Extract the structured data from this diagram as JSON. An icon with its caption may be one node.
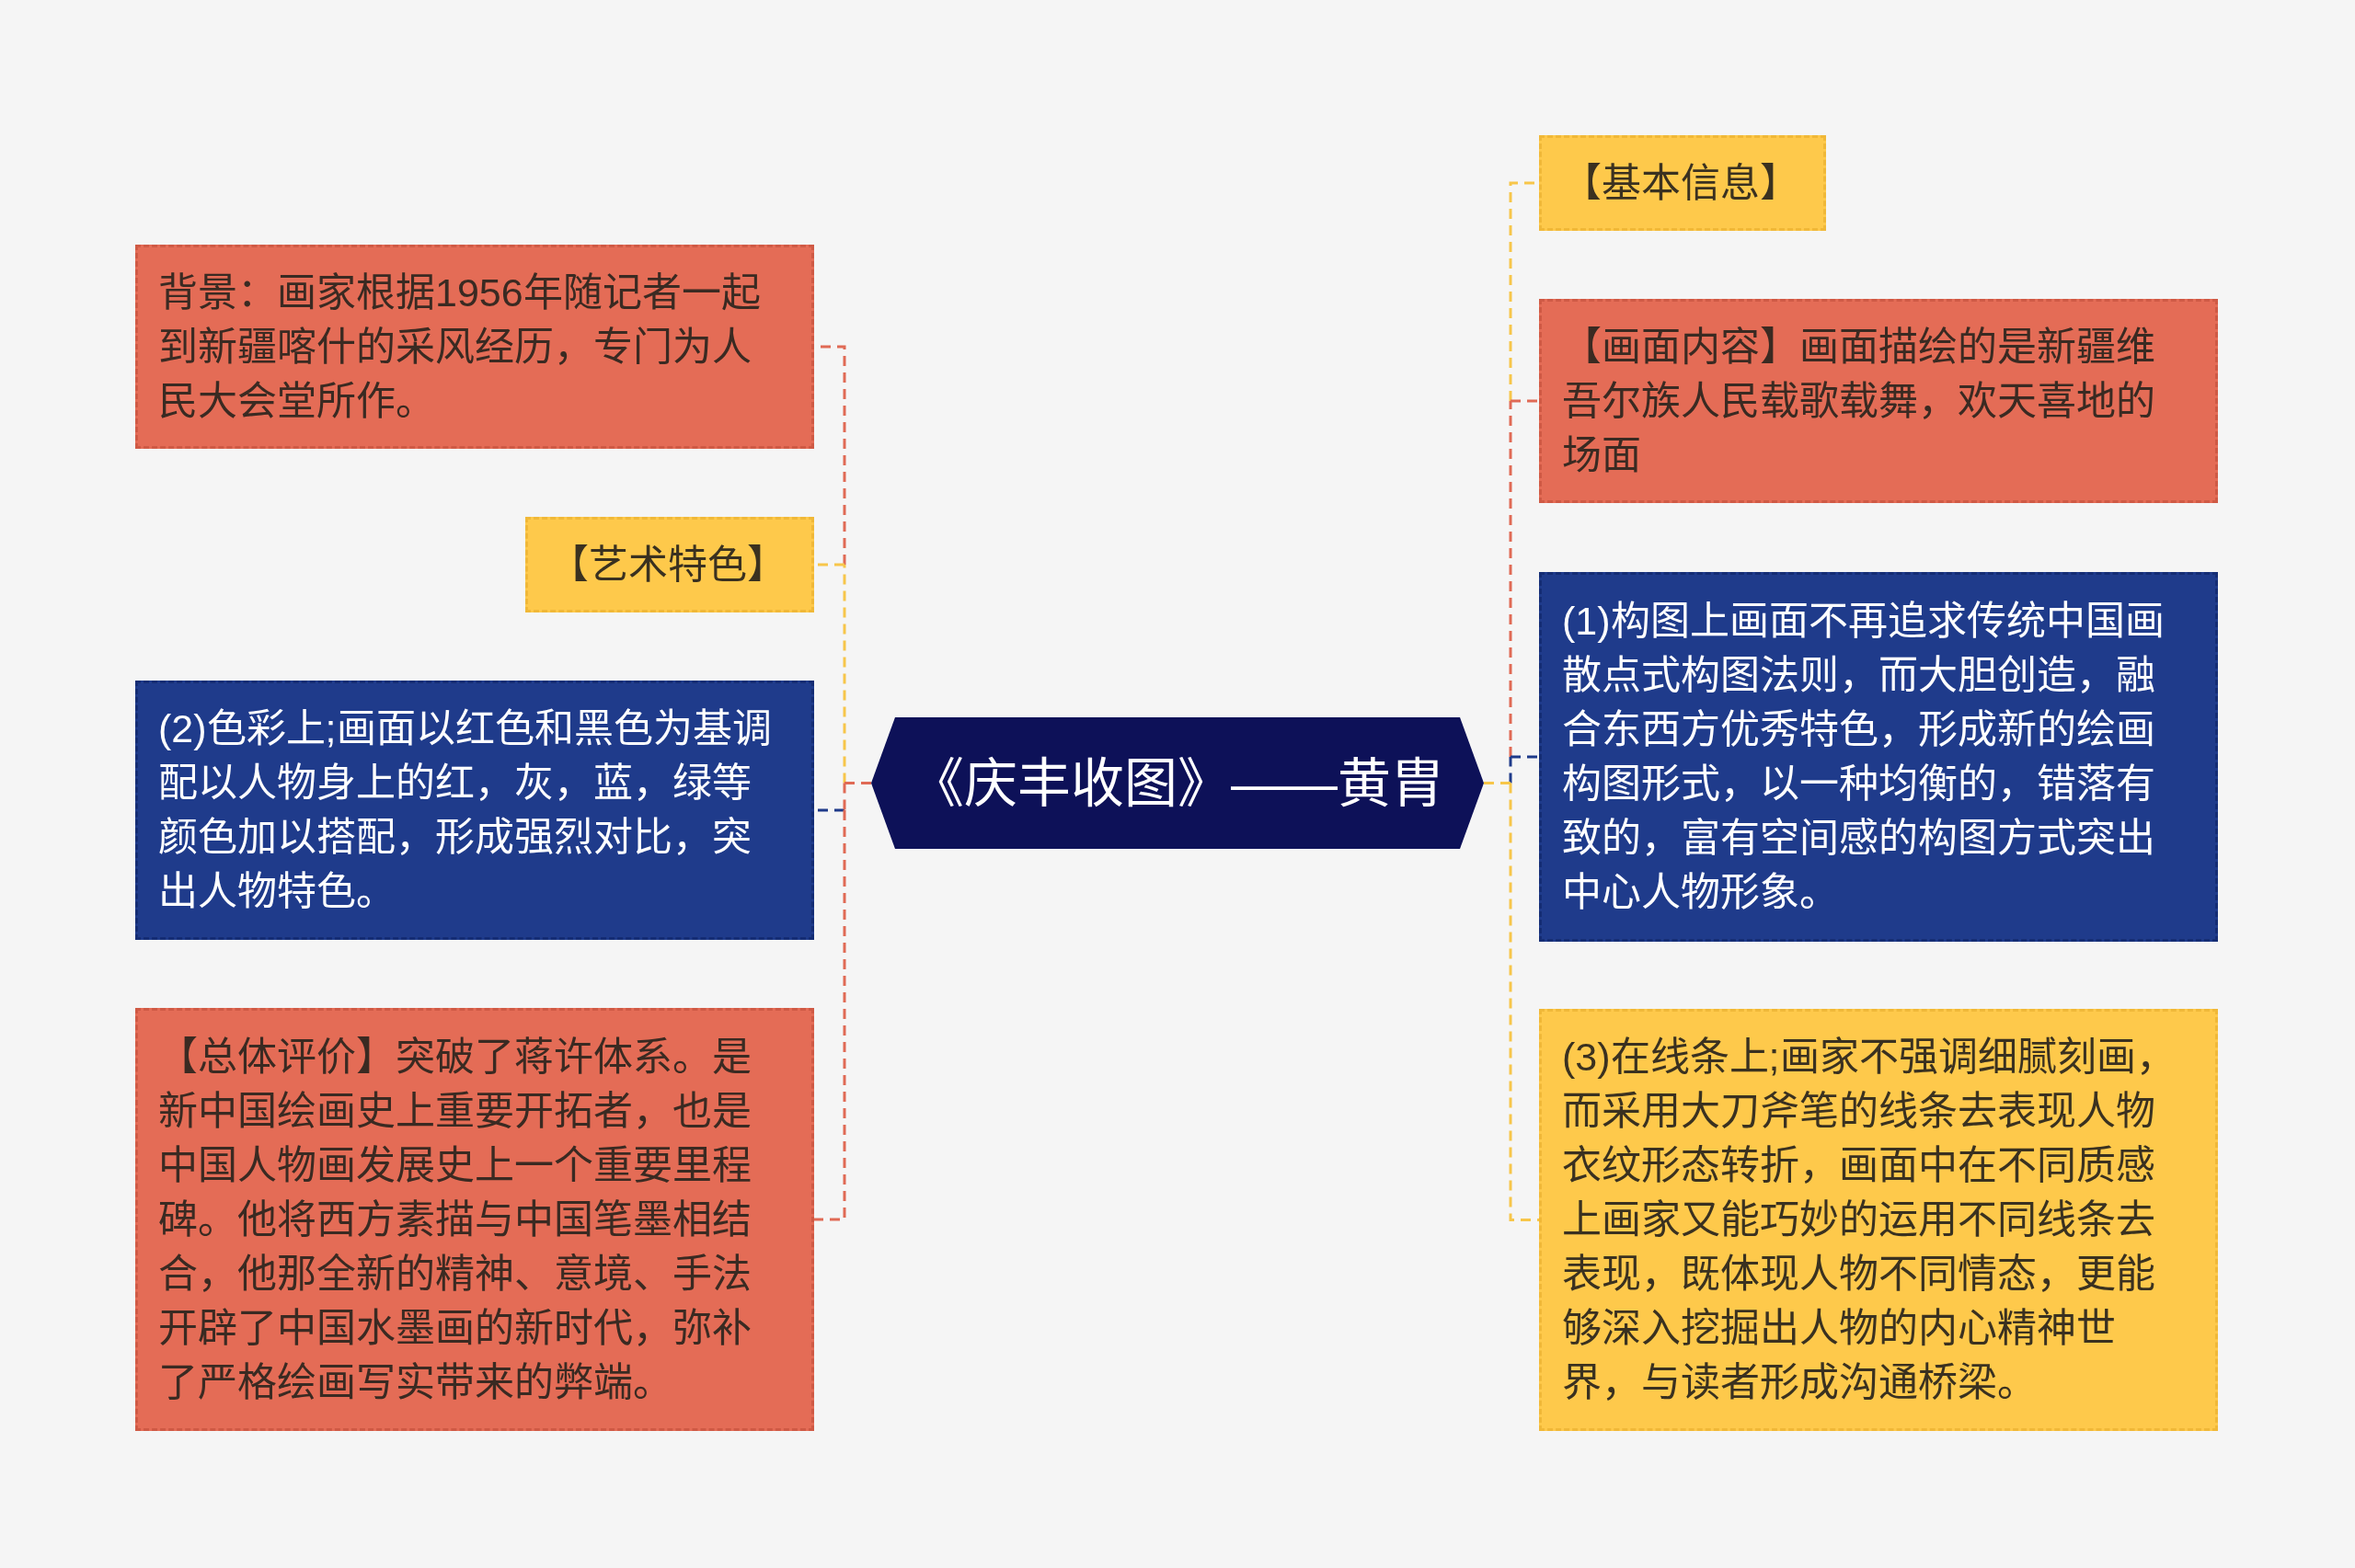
{
  "diagram": {
    "nodes": [
      {
        "text": [
          "《庆丰收图》——黄胄"
        ]
      },
      {
        "text": [
          "【基本信息】"
        ]
      },
      {
        "text": [
          "【画面内容】画面描绘的是新疆维吾尔族人民载歌载舞，欢天喜地的场面"
        ]
      },
      {
        "text": [
          "(1)构图上画面不再追求传统中国画散点式构图法则，而大胆创造，融合东西方优秀特色，形成新的绘画构图形式，以一种均衡的，错落有致的，富有空间感的构图方式突出中心人物形象。"
        ]
      },
      {
        "text": [
          "(3)在线条上;画家不强调细腻刻画，而采用大刀斧笔的线条去表现人物衣纹形态转折，画面中在不同质感上画家又能巧妙的运用不同线条去表现，既体现人物不同情态，更能够深入挖掘出人物的内心精神世界，与读者形成沟通桥梁。"
        ]
      },
      {
        "text": [
          "背景：画家根据1956年随记者一起到新疆喀什的采风经历，专门为人民大会堂所作。"
        ]
      },
      {
        "text": [
          "【艺术特色】"
        ]
      },
      {
        "text": [
          "(2)色彩上;画面以红色和黑色为基调配以人物身上的红，灰，蓝，绿等颜色加以搭配，形成强烈对比，突出人物特色。"
        ]
      },
      {
        "text": [
          "【总体评价】突破了蒋许体系。是新中国绘画史上重要开拓者，也是中国人物画发展史上一个重要里程碑。他将西方素描与中国笔墨相结合，他那全新的精神、意境、手法开辟了中国水墨画的新时代，弥补了严格绘画写实带来的弊端。"
        ]
      }
    ],
    "edges": [
      {
        "from": 0,
        "to": 1,
        "arrow": "none",
        "style": "dashed",
        "color": "#f7c64a"
      },
      {
        "from": 0,
        "to": 2,
        "arrow": "none",
        "style": "dashed",
        "color": "#e06a55"
      },
      {
        "from": 0,
        "to": 3,
        "arrow": "none",
        "style": "dashed",
        "color": "#1e3a8a"
      },
      {
        "from": 0,
        "to": 4,
        "arrow": "none",
        "style": "dashed",
        "color": "#f7c64a"
      },
      {
        "from": 0,
        "to": 5,
        "arrow": "none",
        "style": "dashed",
        "color": "#e06a55"
      },
      {
        "from": 0,
        "to": 6,
        "arrow": "none",
        "style": "dashed",
        "color": "#f7c64a"
      },
      {
        "from": 0,
        "to": 7,
        "arrow": "none",
        "style": "dashed",
        "color": "#1e3a8a"
      },
      {
        "from": 0,
        "to": 8,
        "arrow": "none",
        "style": "dashed",
        "color": "#e06a55"
      }
    ]
  }
}
